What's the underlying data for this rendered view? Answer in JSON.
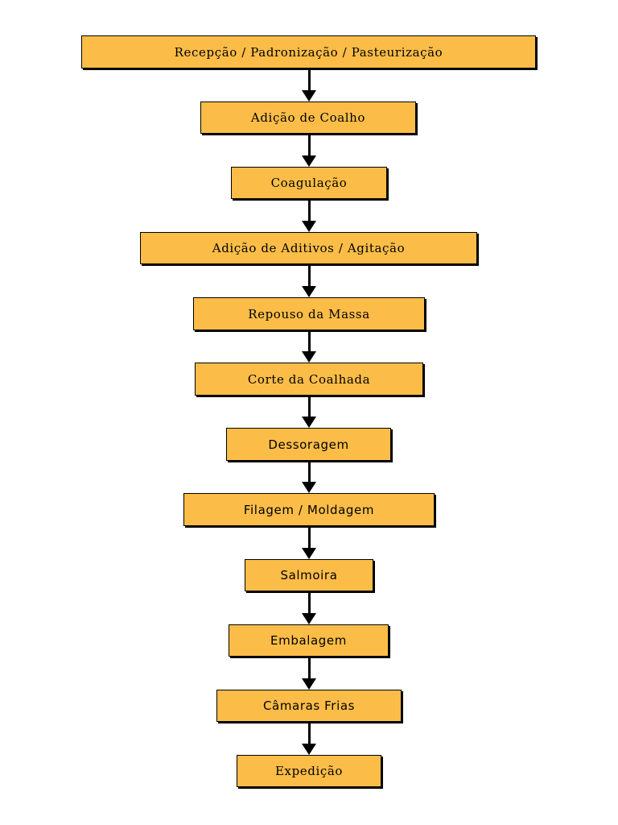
{
  "colors": {
    "box_fill": "#FBBD48",
    "box_border": "#000000",
    "arrow": "#000000"
  },
  "steps": [
    {
      "label": "Recepção / Padronização / Pasteurização"
    },
    {
      "label": "Adição de Coalho"
    },
    {
      "label": "Coagulação"
    },
    {
      "label": "Adição de Aditivos / Agitação"
    },
    {
      "label": "Repouso da Massa"
    },
    {
      "label": "Corte da Coalhada"
    },
    {
      "label": "Dessoragem"
    },
    {
      "label": "Filagem / Moldagem"
    },
    {
      "label": "Salmoira"
    },
    {
      "label": "Embalagem"
    },
    {
      "label": "Câmaras Frias"
    },
    {
      "label": "Expedição"
    }
  ]
}
